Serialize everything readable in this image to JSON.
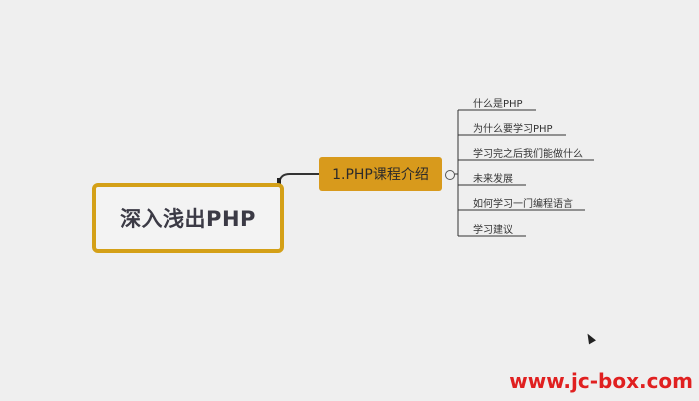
{
  "root": {
    "label": "深入浅出PHP"
  },
  "branch": {
    "label": "1.PHP课程介绍"
  },
  "leaves": [
    {
      "label": "什么是PHP"
    },
    {
      "label": "为什么要学习PHP"
    },
    {
      "label": "学习完之后我们能做什么"
    },
    {
      "label": "未来发展"
    },
    {
      "label": "如何学习一门编程语言"
    },
    {
      "label": "学习建议"
    }
  ],
  "watermark": {
    "text": "www.jc-box.com"
  },
  "colors": {
    "background": "#efefef",
    "root_border": "#d4a017",
    "branch_fill": "#d89a1c",
    "connector": "#333333",
    "watermark": "#e02020"
  }
}
